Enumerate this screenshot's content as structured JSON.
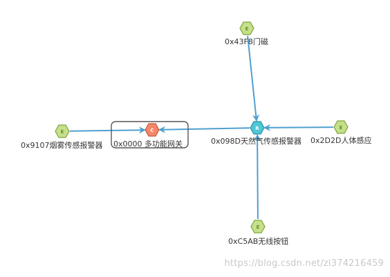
{
  "colors": {
    "edge": "#4f9fd0",
    "coordinator_fill": "#f4876a",
    "coordinator_stroke": "#c4583c",
    "router_fill": "#4ec7d6",
    "router_stroke": "#2b8fa0",
    "end_fill": "#c5e08a",
    "end_stroke": "#7ea23a",
    "selection_border": "#555555"
  },
  "nodes": {
    "coordinator": {
      "letter": "C",
      "label": "0x0000 多功能网关"
    },
    "router": {
      "letter": "R",
      "label": "0x098D天然气传感报警器"
    },
    "door": {
      "letter": "E",
      "label": "0x43F8门磁"
    },
    "smoke": {
      "letter": "E",
      "label": "0x9107烟雾传感报警器"
    },
    "body": {
      "letter": "E",
      "label": "0x2D2D人体感应"
    },
    "button": {
      "letter": "E",
      "label": "0xC5AB无线按钮"
    }
  },
  "links": [
    {
      "from": "door",
      "to": "router"
    },
    {
      "from": "smoke",
      "to": "coordinator"
    },
    {
      "from": "body",
      "to": "router"
    },
    {
      "from": "button",
      "to": "router"
    },
    {
      "from": "router",
      "to": "coordinator"
    }
  ],
  "watermark": "https://blog.csdn.net/zl374216459"
}
